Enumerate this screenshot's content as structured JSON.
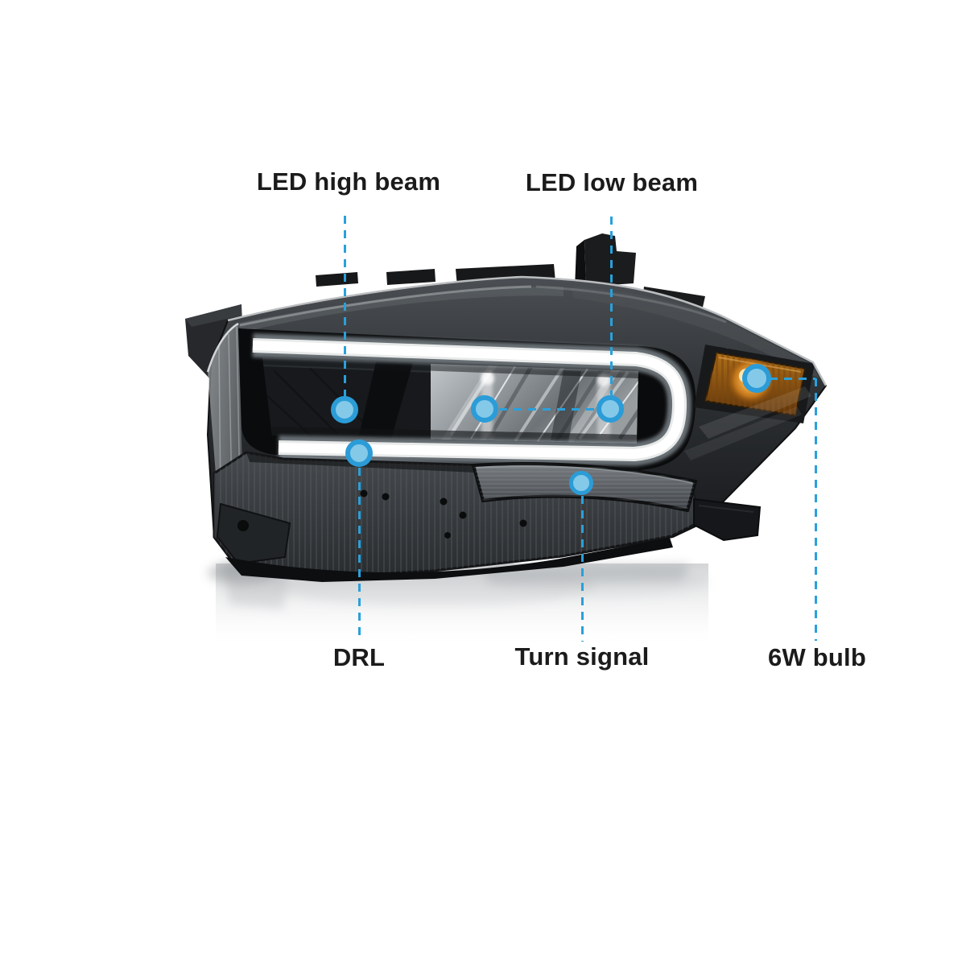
{
  "page": {
    "background_color": "#ffffff"
  },
  "callouts": [
    {
      "id": "led-high-beam",
      "label": "LED high beam"
    },
    {
      "id": "led-low-beam",
      "label": "LED low beam"
    },
    {
      "id": "drl",
      "label": "DRL"
    },
    {
      "id": "turn-signal",
      "label": "Turn signal"
    },
    {
      "id": "six-watt-bulb",
      "label": "6W bulb"
    }
  ],
  "colors": {
    "callout_line": "#2aa0db",
    "marker_ring": "#2b9cd7",
    "marker_fill": "#85c9e9",
    "label_text": "#1b1b1b",
    "drl_light": "#ffffff",
    "amber_reflector": "#c87f22"
  }
}
